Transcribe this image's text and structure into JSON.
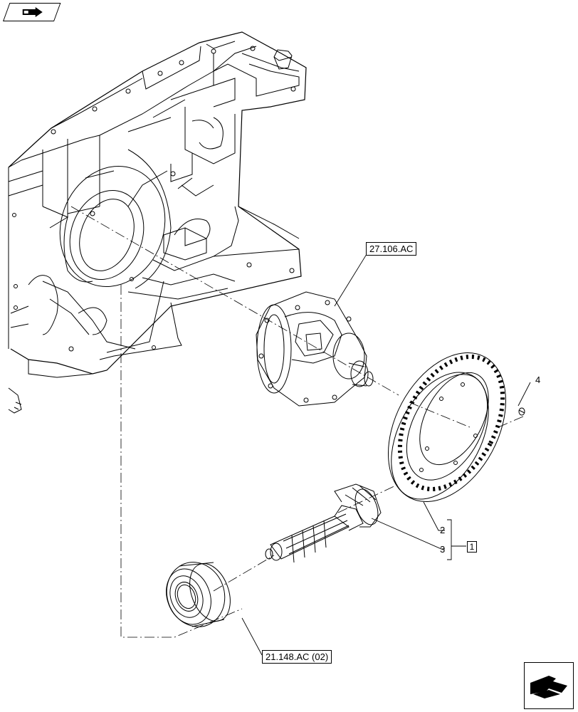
{
  "labels": {
    "diff_ref": "27.106.AC",
    "bearing_ref": "21.148.AC (02)",
    "item_2": "2",
    "item_3": "3",
    "item_4": "4",
    "kit_ref": "1"
  },
  "icons": {
    "top_left": "exploded-view-icon",
    "bottom_right": "next-page-arrow-icon"
  }
}
